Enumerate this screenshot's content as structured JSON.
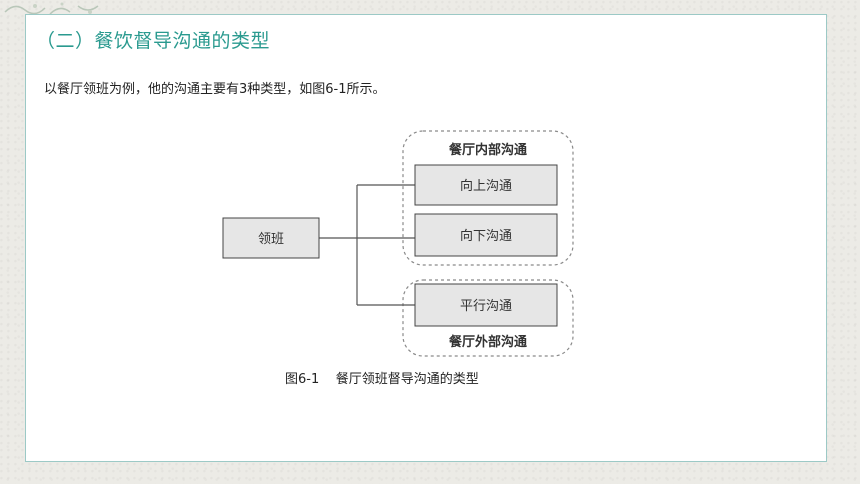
{
  "section_title": "（二）餐饮督导沟通的类型",
  "intro_text": "以餐厅领班为例，他的沟通主要有3种类型，如图6-1所示。",
  "diagram": {
    "source": "领班",
    "internal_group_label": "餐厅内部沟通",
    "external_group_label": "餐厅外部沟通",
    "targets": [
      "向上沟通",
      "向下沟通",
      "平行沟通"
    ]
  },
  "caption": "图6-1    餐厅领班督导沟通的类型",
  "colors": {
    "title": "#2a9a8f",
    "panel_border": "#9cc9c6",
    "box_fill": "#e6e6e6",
    "line": "#555555"
  }
}
